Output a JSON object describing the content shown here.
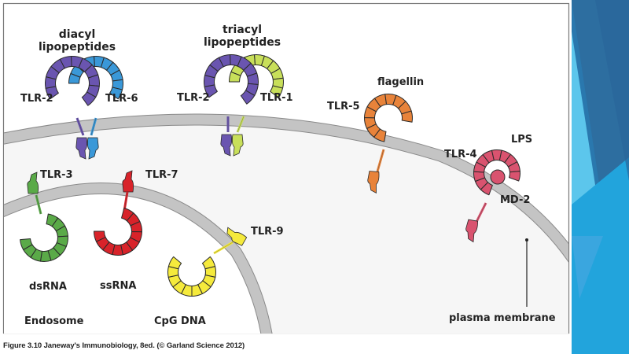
{
  "figure": {
    "caption": "Figure 3.10  Janeway's Immunobiology, 8ed. (© Garland Science 2012)",
    "labels": {
      "diacyl_line1": "diacyl",
      "diacyl_line2": "lipopeptides",
      "triacyl_line1": "triacyl",
      "triacyl_line2": "lipopeptides",
      "tlr2_a": "TLR-2",
      "tlr6": "TLR-6",
      "tlr2_b": "TLR-2",
      "tlr1": "TLR-1",
      "flagellin": "flagellin",
      "tlr5": "TLR-5",
      "tlr4": "TLR-4",
      "lps": "LPS",
      "md2": "MD-2",
      "tlr3": "TLR-3",
      "tlr7": "TLR-7",
      "tlr9": "TLR-9",
      "dsrna": "dsRNA",
      "ssrna": "ssRNA",
      "cpg": "CpG DNA",
      "endosome": "Endosome",
      "plasma_membrane": "plasma membrane"
    },
    "colors": {
      "tlr2": "#6a55b0",
      "tlr6": "#3a98d8",
      "tlr1": "#c8df5a",
      "tlr5": "#e8833a",
      "tlr4": "#d9536f",
      "tlr3": "#5aaa48",
      "tlr7": "#d8232a",
      "tlr9": "#f5ea3c",
      "membrane": "#c4c4c4",
      "slide_blue_dark": "#2a6fa3",
      "slide_blue_light": "#4fc2ea"
    }
  }
}
